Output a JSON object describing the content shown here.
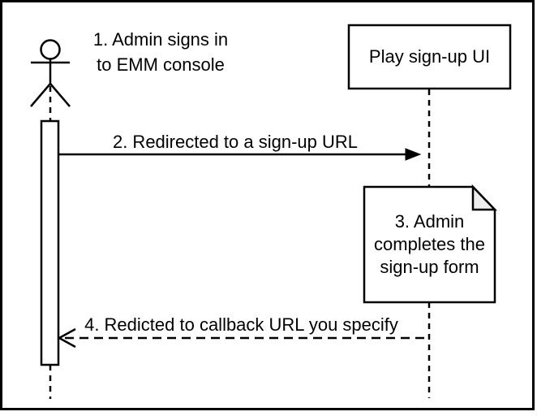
{
  "diagram": {
    "kind": "uml-sequence-diagram",
    "background_color": "#ffffff",
    "line_color": "#000000",
    "note_fold_fill": "#eeeeee",
    "note_fill": "#ffffff"
  },
  "actor": {
    "annotation": "1. Admin signs in\nto EMM console"
  },
  "participant": {
    "label": "Play sign-up UI"
  },
  "messages": {
    "redirect": {
      "label": "2. Redirected to a sign-up URL",
      "style": "solid-filled-arrow",
      "direction": "actor-to-participant"
    },
    "callback": {
      "label": "4. Redicted to callback URL you specify",
      "style": "dashed-open-arrow",
      "direction": "participant-to-actor"
    }
  },
  "note": {
    "label": "3. Admin\ncompletes the\nsign-up form"
  }
}
